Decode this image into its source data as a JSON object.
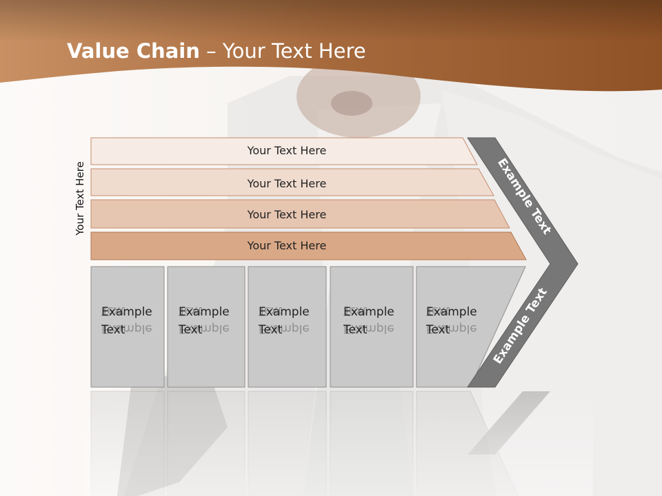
{
  "slide": {
    "title_bold": "Value Chain",
    "title_rest": " – Your Text Here"
  },
  "side_label": "Your Text Here",
  "bands": [
    {
      "label": "Your Text Here",
      "fill": "#f7ece5"
    },
    {
      "label": "Your Text Here",
      "fill": "#f0dccf"
    },
    {
      "label": "Your Text Here",
      "fill": "#e6c6b1"
    },
    {
      "label": "Your Text Here",
      "fill": "#d9a886"
    }
  ],
  "boxes": [
    {
      "line1": "Example",
      "line2": "Text"
    },
    {
      "line1": "Example",
      "line2": "Text"
    },
    {
      "line1": "Example",
      "line2": "Text"
    },
    {
      "line1": "Example",
      "line2": "Text"
    },
    {
      "line1": "Example",
      "line2": "Text"
    }
  ],
  "chevron": {
    "upper_label": "Example Text",
    "lower_label": "Example Text",
    "fill": "#777777"
  },
  "colors": {
    "header_brown": "#9b5a2e",
    "box_gray": "#c9c9c9",
    "box_border": "#8f8f8f"
  }
}
